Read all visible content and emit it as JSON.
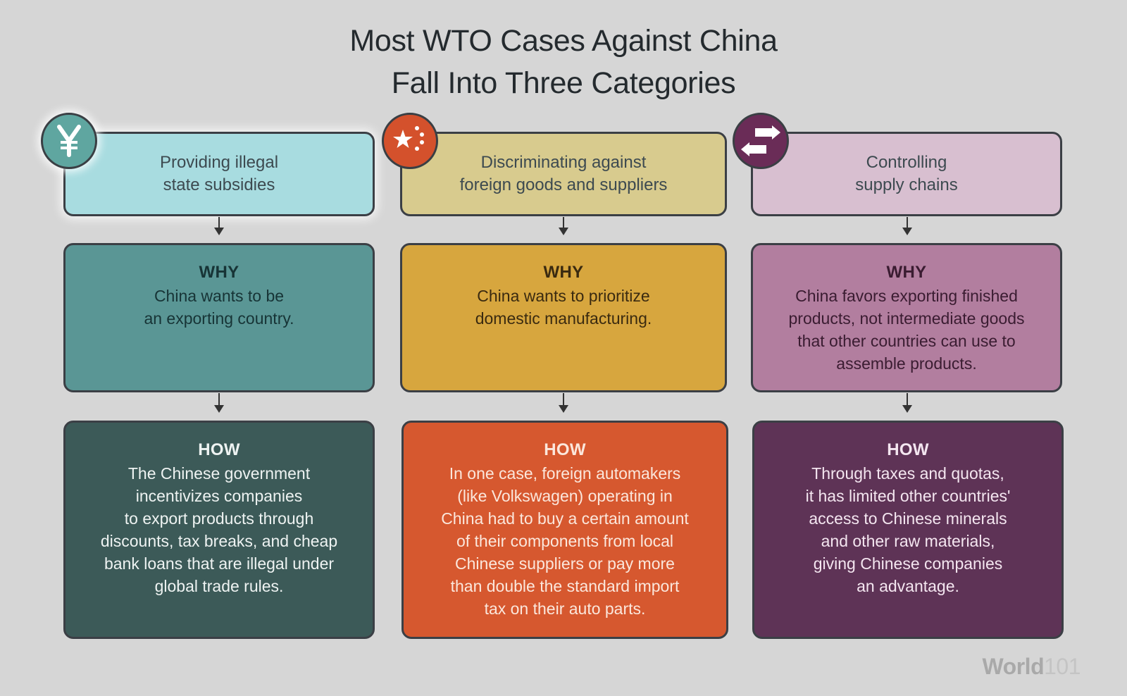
{
  "title": {
    "line1": "Most WTO Cases Against China",
    "line2": "Fall Into Three Categories"
  },
  "columns": [
    {
      "icon": "yen-icon",
      "category": [
        "Providing illegal",
        "state subsidies"
      ],
      "why_heading": "WHY",
      "why": [
        "China wants to be",
        "an exporting country."
      ],
      "how_heading": "HOW",
      "how": [
        "The Chinese government",
        "incentivizes companies",
        "to export products through",
        "discounts, tax breaks, and cheap",
        "bank loans that are illegal under",
        "global trade rules."
      ],
      "colors": {
        "category": "#a8dce0",
        "why": "#5a9695",
        "how": "#3c5a58",
        "icon": "#5fa6a0"
      }
    },
    {
      "icon": "china-flag-icon",
      "category": [
        "Discriminating against",
        "foreign goods and suppliers"
      ],
      "why_heading": "WHY",
      "why": [
        "China wants to prioritize",
        "domestic manufacturing."
      ],
      "how_heading": "HOW",
      "how": [
        "In one case, foreign automakers",
        "(like Volkswagen) operating in",
        "China had to buy a certain amount",
        "of their components from local",
        "Chinese suppliers or pay more",
        "than double the standard import",
        "tax on their auto parts."
      ],
      "colors": {
        "category": "#d8cb8e",
        "why": "#d7a63e",
        "how": "#d6582f",
        "icon": "#d4512c"
      }
    },
    {
      "icon": "supply-chain-arrows-icon",
      "category": [
        "Controlling",
        "supply chains"
      ],
      "why_heading": "WHY",
      "why": [
        "China favors exporting finished",
        "products, not intermediate goods",
        "that other countries can use to",
        "assemble products."
      ],
      "how_heading": "HOW",
      "how": [
        "Through taxes and quotas,",
        "it has limited other countries'",
        "access to Chinese minerals",
        "and other raw materials,",
        "giving Chinese companies",
        "an advantage."
      ],
      "colors": {
        "category": "#d8bfd0",
        "why": "#b27e9f",
        "how": "#5e3356",
        "icon": "#6a2c57"
      }
    }
  ],
  "logo": {
    "main": "World",
    "suffix": "101"
  }
}
